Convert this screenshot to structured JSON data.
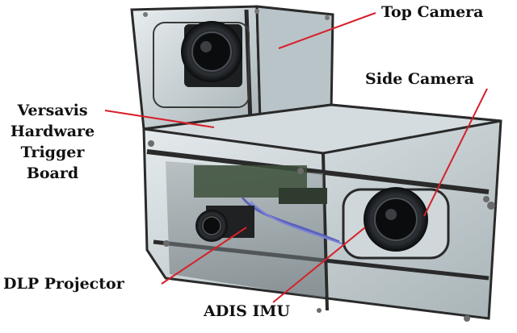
{
  "labels": {
    "top_camera": "Top Camera",
    "side_camera": "Side Camera",
    "versavis": [
      "Versavis",
      "Hardware",
      "Trigger",
      "Board"
    ],
    "dlp_projector": "DLP Projector",
    "adis_imu": "ADIS IMU"
  },
  "colors": {
    "leader_line": "#d6202a",
    "frame": "#2a2a2a",
    "acrylic": "#c9d3d6",
    "background": "#ffffff"
  }
}
